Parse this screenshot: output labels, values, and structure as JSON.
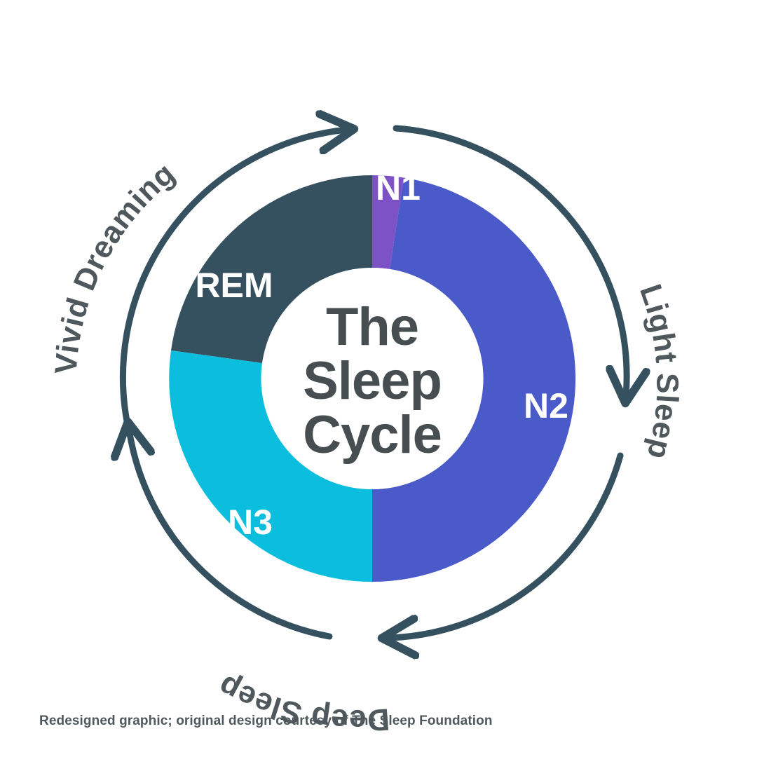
{
  "figure": {
    "title_lines": [
      "The",
      "Sleep",
      "Cycle"
    ],
    "caption": "Redesigned graphic; original design courtesy of The Sleep Foundation"
  },
  "chart_data": {
    "type": "pie",
    "title": "The Sleep Cycle",
    "variant": "donut",
    "legend": "none",
    "grid": false,
    "labels_inside_slices": true,
    "start_angle_deg": 0,
    "direction": "clockwise",
    "categories": [
      "N1",
      "N2",
      "N3",
      "REM"
    ],
    "values": [
      2.5,
      47.5,
      27.2,
      22.8
    ],
    "units": "percent of cycle",
    "colors": [
      "#7d52c6",
      "#4a5ac8",
      "#0cbedd",
      "#35505f"
    ],
    "slices": [
      {
        "label": "N1",
        "value": 2.5,
        "start_deg": 0.0,
        "end_deg": 9.0,
        "color": "#7d52c6",
        "label_color": "#ffffff"
      },
      {
        "label": "N2",
        "value": 47.5,
        "start_deg": 9.0,
        "end_deg": 180.0,
        "color": "#4a5ac8",
        "label_color": "#ffffff"
      },
      {
        "label": "N3",
        "value": 27.2,
        "start_deg": 180.0,
        "end_deg": 278.0,
        "color": "#0cbedd",
        "label_color": "#ffffff"
      },
      {
        "label": "REM",
        "value": 22.8,
        "start_deg": 278.0,
        "end_deg": 360.0,
        "color": "#35505f",
        "label_color": "#ffffff"
      }
    ],
    "annotations": [
      {
        "text": "Light Sleep",
        "position": "outer-arc-right",
        "color": "#4e585d",
        "arrow": "clockwise-down"
      },
      {
        "text": "Deep Sleep",
        "position": "outer-arc-bottom-left",
        "color": "#4e585d",
        "arrow": "clockwise-up"
      },
      {
        "text": "Vivid Dreaming",
        "position": "outer-arc-upper-left",
        "color": "#4e585d",
        "arrow": "clockwise-right"
      },
      {
        "text": "",
        "position": "outer-arc-bottom",
        "color": "#4e585d",
        "arrow": "clockwise-left"
      }
    ],
    "arc_color": "#35505f"
  },
  "arcs": {
    "vivid_dreaming_label": "Vivid Dreaming",
    "light_sleep_label": "Light Sleep",
    "deep_sleep_label": "Deep Sleep"
  },
  "colors": {
    "n1": "#7d52c6",
    "n2": "#4a5ac8",
    "n3": "#0cbedd",
    "rem": "#35505f",
    "arc": "#35505f",
    "text_dark": "#464e52",
    "text_arc": "#4e585d",
    "background": "#ffffff"
  }
}
